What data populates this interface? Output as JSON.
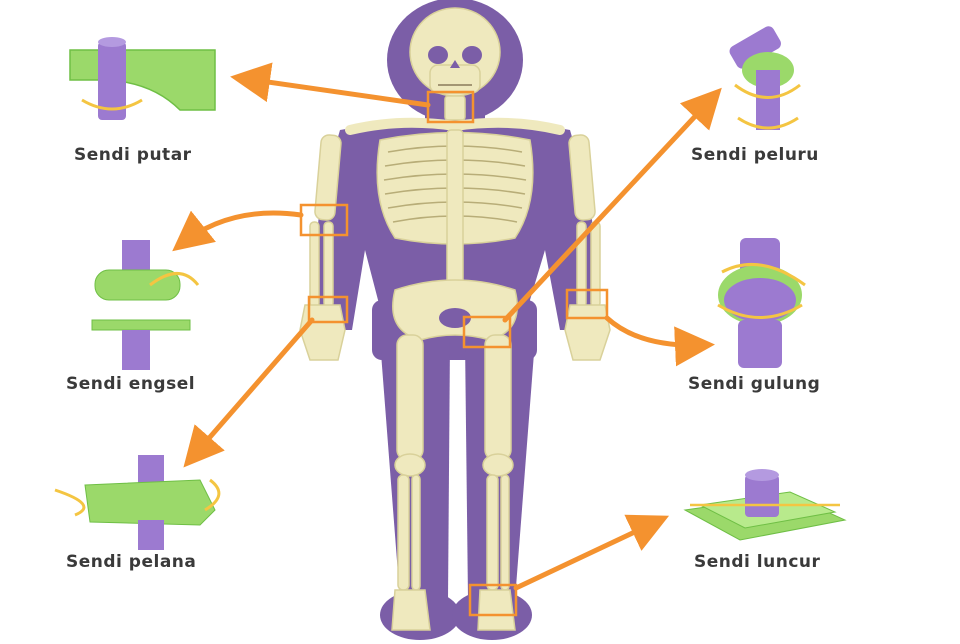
{
  "colors": {
    "body": "#7b5ea7",
    "bone": "#efe9be",
    "bone_outline": "#d9d19a",
    "accent": "#f4922f",
    "joint_green": "#9bd96a",
    "joint_green_dark": "#6fbf45",
    "joint_purple": "#9c7ad0",
    "joint_purple_dark": "#7d5cb3",
    "label_text": "#3a3a3a"
  },
  "joints": [
    {
      "id": "putar",
      "label": "Sendi putar",
      "icon": "pivot-joint-icon"
    },
    {
      "id": "engsel",
      "label": "Sendi engsel",
      "icon": "hinge-joint-icon"
    },
    {
      "id": "pelana",
      "label": "Sendi pelana",
      "icon": "saddle-joint-icon"
    },
    {
      "id": "peluru",
      "label": "Sendi peluru",
      "icon": "ball-socket-joint-icon"
    },
    {
      "id": "gulung",
      "label": "Sendi gulung",
      "icon": "ellipsoid-joint-icon"
    },
    {
      "id": "luncur",
      "label": "Sendi luncur",
      "icon": "gliding-joint-icon"
    }
  ]
}
